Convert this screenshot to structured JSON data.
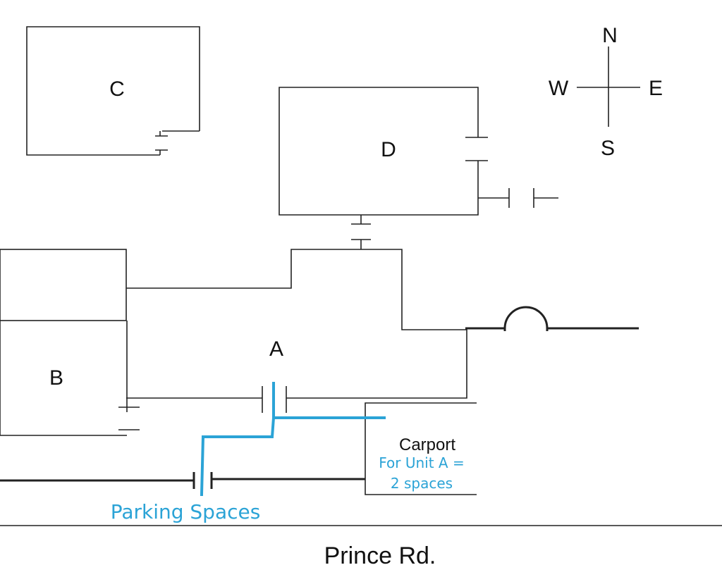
{
  "units": {
    "a": "A",
    "b": "B",
    "c": "C",
    "d": "D"
  },
  "compass": {
    "north": "N",
    "south": "S",
    "east": "E",
    "west": "W"
  },
  "carport": {
    "title": "Carport",
    "note_line1": "For Unit A =",
    "note_line2": "2 spaces"
  },
  "parking_label": "Parking Spaces",
  "road_label": "Prince Rd.",
  "colors": {
    "annotation": "#2ba3d6",
    "lines": "#222222"
  }
}
